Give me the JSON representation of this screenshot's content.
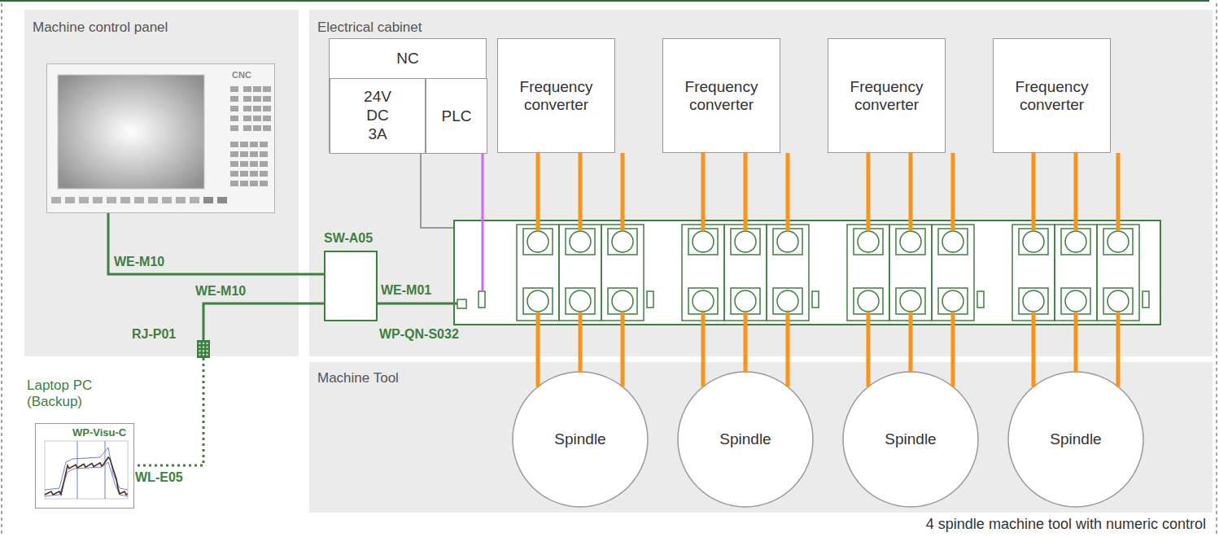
{
  "diagram": {
    "caption": "4 spindle machine tool with numeric control",
    "nodes": [
      {
        "text": [
          "Machine control panel"
        ]
      },
      {
        "text": [
          "CNC"
        ],
        "in": 0
      },
      {
        "text": [
          "Electrical cabinet"
        ]
      },
      {
        "text": [
          "NC"
        ],
        "in": 2
      },
      {
        "text": [
          "24V DC 3A"
        ],
        "in": 3
      },
      {
        "text": [
          "PLC"
        ],
        "in": 3
      },
      {
        "text": [
          "Frequency converter"
        ],
        "in": 2
      },
      {
        "text": [
          "Frequency converter"
        ],
        "in": 2
      },
      {
        "text": [
          "Frequency converter"
        ],
        "in": 2
      },
      {
        "text": [
          "Frequency converter"
        ],
        "in": 2
      },
      {
        "text": [
          "SW-A05"
        ],
        "in": 2
      },
      {
        "text": [
          "WP-QN-S032"
        ],
        "in": 2
      },
      {
        "text": [
          "RJ-P01"
        ],
        "in": 0
      },
      {
        "text": [
          "Laptop PC (Backup)",
          "WP-Visu-C"
        ]
      },
      {
        "text": [
          "Machine Tool"
        ]
      },
      {
        "text": [
          "Spindle"
        ],
        "in": 14
      },
      {
        "text": [
          "Spindle"
        ],
        "in": 14
      },
      {
        "text": [
          "Spindle"
        ],
        "in": 14
      },
      {
        "text": [
          "Spindle"
        ],
        "in": 14
      }
    ],
    "edges": [
      {
        "from": 1,
        "to": 10,
        "arrow": "none",
        "label": "WE-M10"
      },
      {
        "from": 10,
        "to": 12,
        "arrow": "none",
        "label": "WE-M10"
      },
      {
        "from": 12,
        "to": 13,
        "arrow": "none",
        "label": "WL-E05"
      },
      {
        "from": 10,
        "to": 11,
        "arrow": "none",
        "label": "WE-M01"
      },
      {
        "from": 4,
        "to": 11,
        "arrow": "none"
      },
      {
        "from": 5,
        "to": 11,
        "arrow": "none"
      },
      {
        "from": 6,
        "to": 11,
        "arrow": "none"
      },
      {
        "from": 7,
        "to": 11,
        "arrow": "none"
      },
      {
        "from": 8,
        "to": 11,
        "arrow": "none"
      },
      {
        "from": 9,
        "to": 11,
        "arrow": "none"
      },
      {
        "from": 11,
        "to": 15,
        "arrow": "none"
      },
      {
        "from": 11,
        "to": 16,
        "arrow": "none"
      },
      {
        "from": 11,
        "to": 17,
        "arrow": "none"
      },
      {
        "from": 11,
        "to": 18,
        "arrow": "none"
      }
    ]
  }
}
